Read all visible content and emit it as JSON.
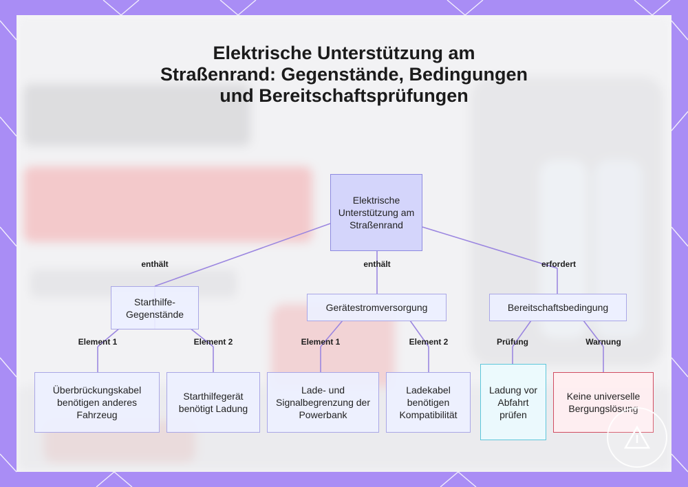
{
  "title": "Elektrische Unterstützung am Straßenrand: Gegenstände, Bedingungen und Bereitschaftsprüfungen",
  "colors": {
    "frame": "#a98df5",
    "panel": "#f6f6f8",
    "link": "#9b86e0",
    "root_fill": "#d4d5fb",
    "check_border": "#5cc6da",
    "warn_border": "#d04a5f"
  },
  "nodes": {
    "root": "Elektrische Unterstützung am Straßenrand",
    "jump": "Starthilfe-Gegenstände",
    "device": "Gerätestromversorgung",
    "ready": "Bereitschaftsbedingung",
    "cables": "Überbrückungskabel benötigen anderes Fahrzeug",
    "starter": "Starthilfegerät benötigt Ladung",
    "powerbank": "Lade- und Signalbegrenzung der Powerbank",
    "chargecable": "Ladekabel benötigen Kompatibilität",
    "charge_check": "Ladung vor Abfahrt prüfen",
    "no_recovery": "Keine universelle Bergungslösung"
  },
  "edges": {
    "contains_1": "enthält",
    "contains_2": "enthält",
    "requires": "erfordert",
    "jump_el1": "Element 1",
    "jump_el2": "Element 2",
    "device_el1": "Element 1",
    "device_el2": "Element 2",
    "check": "Prüfung",
    "warning": "Warnung"
  }
}
